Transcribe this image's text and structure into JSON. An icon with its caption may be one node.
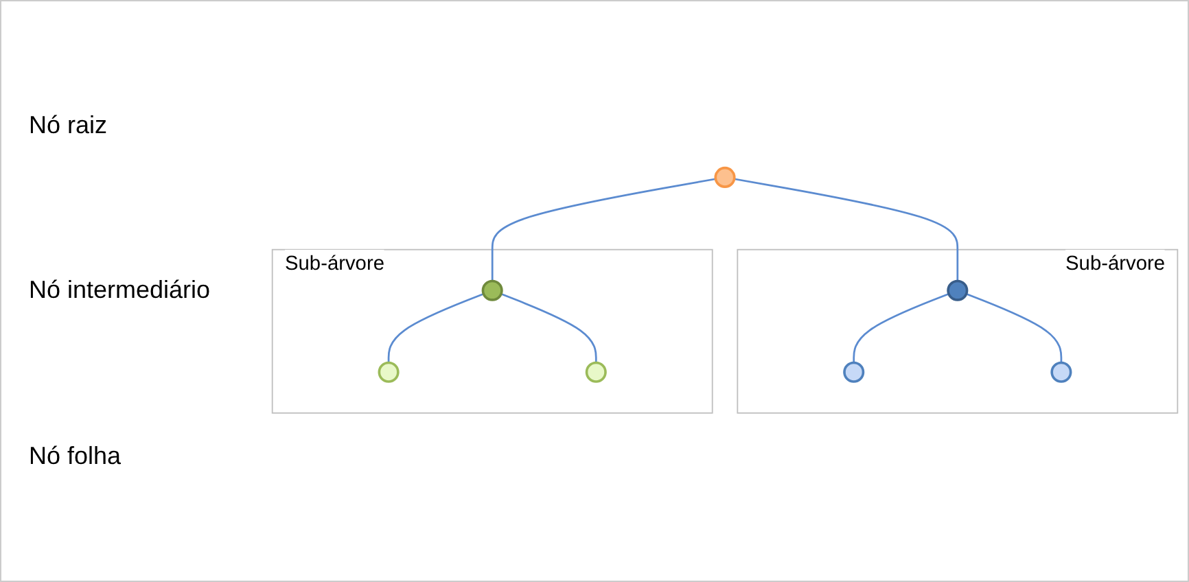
{
  "diagram": {
    "nodes": [
      {
        "text": [],
        "shape": "circle"
      },
      {
        "text": [
          "Sub-árvore"
        ]
      },
      {
        "text": [],
        "shape": "circle",
        "in": 1
      },
      {
        "text": [],
        "shape": "circle",
        "in": 1
      },
      {
        "text": [],
        "shape": "circle",
        "in": 1
      },
      {
        "text": [
          "Sub-árvore"
        ]
      },
      {
        "text": [],
        "shape": "circle",
        "in": 5
      },
      {
        "text": [],
        "shape": "circle",
        "in": 5
      },
      {
        "text": [],
        "shape": "circle",
        "in": 5
      }
    ],
    "edges": [
      {
        "from": 0,
        "to": 2,
        "arrow": "none"
      },
      {
        "from": 0,
        "to": 6,
        "arrow": "none"
      },
      {
        "from": 2,
        "to": 3,
        "arrow": "none"
      },
      {
        "from": 2,
        "to": 4,
        "arrow": "none"
      },
      {
        "from": 6,
        "to": 7,
        "arrow": "none"
      },
      {
        "from": 6,
        "to": 8,
        "arrow": "none"
      }
    ],
    "labels": [
      "Nó raiz",
      "Nó intermediário",
      "Nó folha"
    ]
  }
}
